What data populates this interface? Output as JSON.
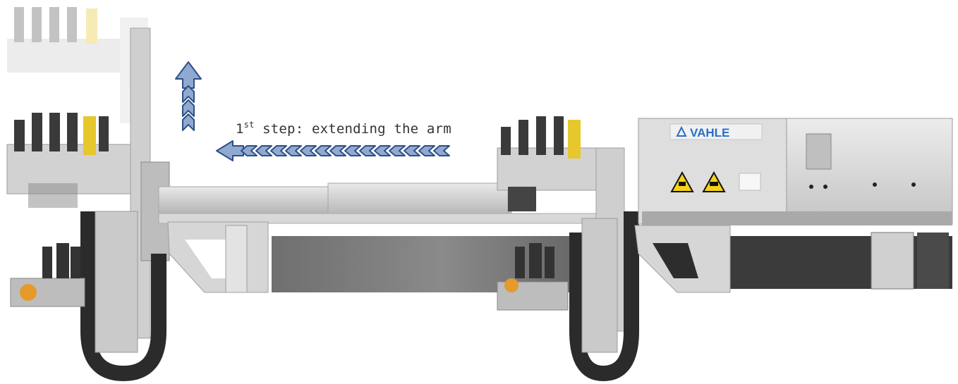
{
  "caption": {
    "ordinal": "1",
    "ordinal_suffix": "st",
    "text": " step: extending the arm"
  },
  "brand_label": "VAHLE",
  "icons": {
    "extend_arrow": "arrow-left-chevrons",
    "lift_arrow": "arrow-up-chevrons",
    "warning_signs": [
      "crush-hazard-warning",
      "crush-hazard-warning"
    ]
  },
  "colors": {
    "arrow_fill": "#8fa9d1",
    "arrow_stroke": "#2f4f86",
    "brand_text": "#2a6fc6",
    "warning_yellow": "#f4d21a",
    "carriage_yellow": "#e6c72c",
    "cable_chain": "#2b2b2b",
    "frame_grey": "#c9c9c9"
  }
}
